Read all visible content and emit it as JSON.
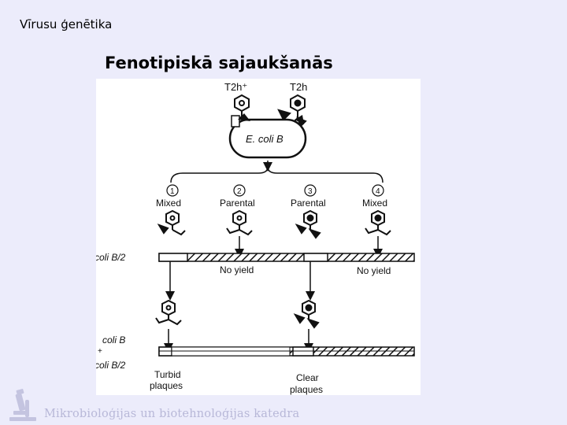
{
  "header": {
    "section_title": "Vīrusu ģenētika"
  },
  "slide": {
    "title": "Fenotipiskā sajaukšanās"
  },
  "figure": {
    "phage_left": "T2h⁺",
    "phage_right": "T2h",
    "host_cell": "E. coli B",
    "progeny": [
      {
        "number": "1",
        "label": "Mixed"
      },
      {
        "number": "2",
        "label": "Parental"
      },
      {
        "number": "3",
        "label": "Parental"
      },
      {
        "number": "4",
        "label": "Mixed"
      }
    ],
    "strain_b2": "coli B/2",
    "no_yield_1": "No yield",
    "no_yield_2": "No yield",
    "strain_b": "coli B",
    "plus": "+",
    "strain_b2_lower": "coli B/2",
    "turbid_line1": "Turbid",
    "turbid_line2": "plaques",
    "clear_line1": "Clear",
    "clear_line2": "plaques"
  },
  "footer": {
    "institution": "Mikrobioloģijas un biotehnoloģijas katedra"
  }
}
